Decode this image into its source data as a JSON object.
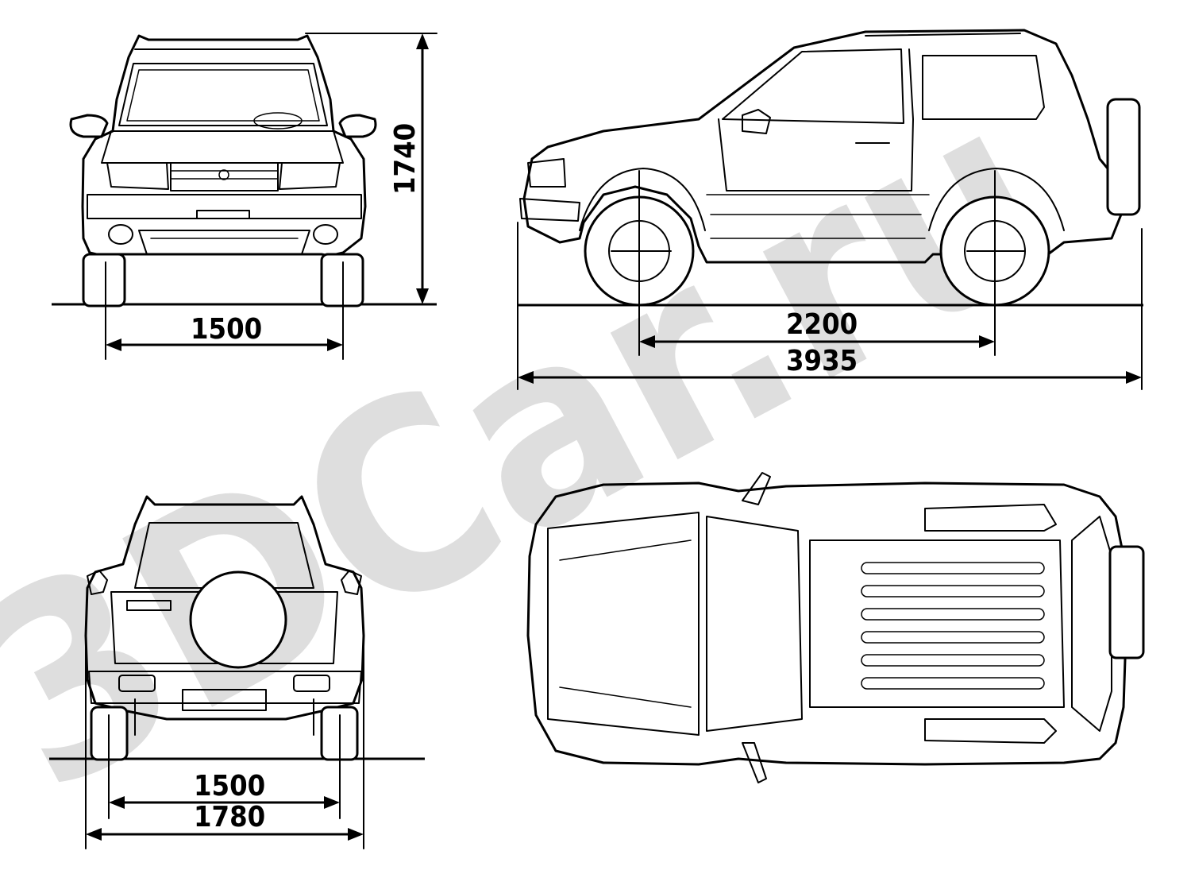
{
  "watermark": {
    "text": "3DCar.ru",
    "color": "#dedede"
  },
  "front_view": {
    "width_dim": "1500",
    "height_dim": "1740"
  },
  "side_view": {
    "wheelbase_dim": "2200",
    "length_dim": "3935"
  },
  "rear_view": {
    "track_dim": "1500",
    "width_dim": "1780"
  },
  "top_view": {}
}
